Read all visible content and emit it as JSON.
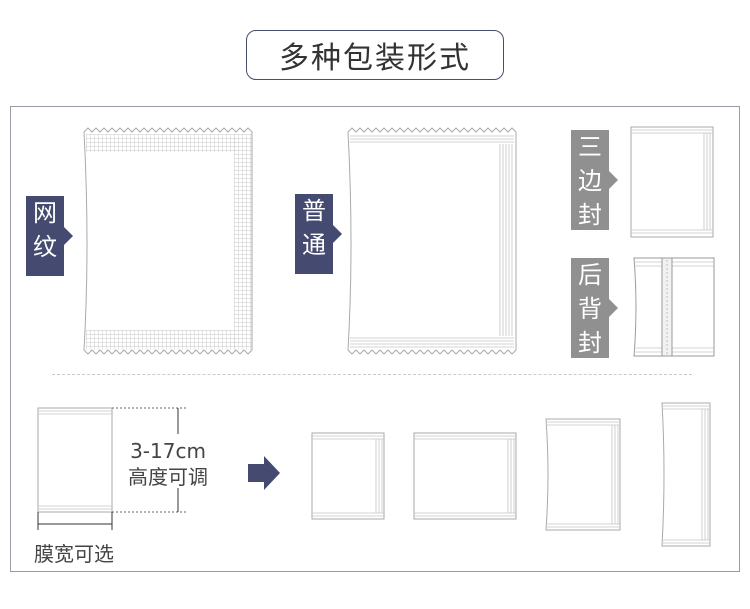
{
  "title": "多种包装形式",
  "tags": {
    "textured": [
      "网",
      "纹"
    ],
    "plain": [
      "普",
      "通"
    ],
    "three_side": [
      "三",
      "边",
      "封"
    ],
    "back_seal": [
      "后",
      "背",
      "封"
    ]
  },
  "dimension": {
    "height_range": "3-17cm",
    "height_note": "高度可调",
    "width_note": "膜宽可选"
  },
  "colors": {
    "accent_dark": "#454a70",
    "accent_gray": "#909090",
    "outline": "#9a9aa6"
  }
}
